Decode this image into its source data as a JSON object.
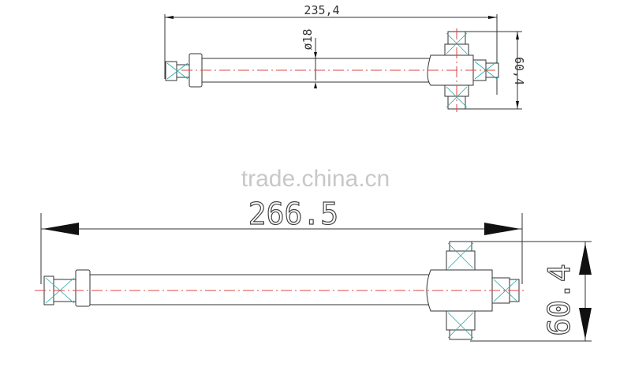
{
  "top_view": {
    "length_dim": "235,4",
    "height_dim": "60,4",
    "diameter_dim": "ø18"
  },
  "watermark": "trade.china.cn",
  "bottom_view": {
    "length_dim": "266.5",
    "height_dim": "60.4"
  },
  "colors": {
    "line": "#333333",
    "centerline": "#dd4444",
    "crosshair": "#22aaaa",
    "watermark": "#c8c8c8"
  }
}
